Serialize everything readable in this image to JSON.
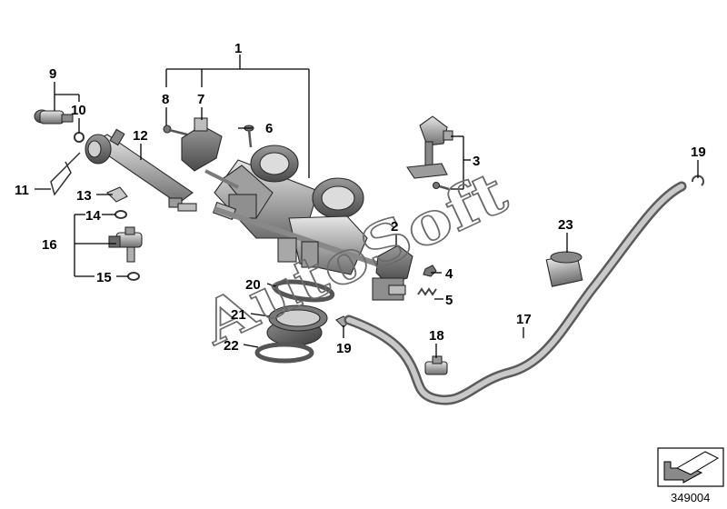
{
  "watermark": "AutoSoft",
  "reference_number": "349004",
  "callouts": [
    "1",
    "2",
    "3",
    "4",
    "5",
    "6",
    "7",
    "8",
    "9",
    "10",
    "11",
    "12",
    "13",
    "14",
    "15",
    "16",
    "17",
    "18",
    "19",
    "19",
    "20",
    "21",
    "22",
    "23"
  ]
}
